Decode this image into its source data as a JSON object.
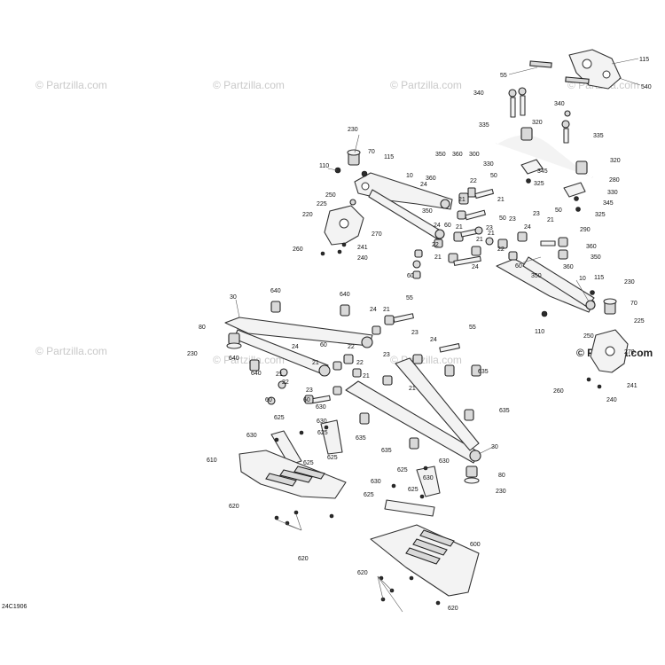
{
  "watermark": {
    "text": "© Partzilla.com",
    "strong_text": "© Partzilla.com"
  },
  "diagram_code": "24C1906",
  "callouts": [
    {
      "id": "c-115a",
      "text": "115"
    },
    {
      "id": "c-55a",
      "text": "55"
    },
    {
      "id": "c-540",
      "text": "540"
    },
    {
      "id": "c-340a",
      "text": "340"
    },
    {
      "id": "c-340b",
      "text": "340"
    },
    {
      "id": "c-335a",
      "text": "335"
    },
    {
      "id": "c-320a",
      "text": "320"
    },
    {
      "id": "c-335b",
      "text": "335"
    },
    {
      "id": "c-330a",
      "text": "330"
    },
    {
      "id": "c-345a",
      "text": "345"
    },
    {
      "id": "c-325a",
      "text": "325"
    },
    {
      "id": "c-320b",
      "text": "320"
    },
    {
      "id": "c-280",
      "text": "280"
    },
    {
      "id": "c-330b",
      "text": "330"
    },
    {
      "id": "c-345b",
      "text": "345"
    },
    {
      "id": "c-325b",
      "text": "325"
    },
    {
      "id": "c-230a",
      "text": "230"
    },
    {
      "id": "c-70a",
      "text": "70"
    },
    {
      "id": "c-110a",
      "text": "110"
    },
    {
      "id": "c-115b",
      "text": "115"
    },
    {
      "id": "c-250a",
      "text": "250"
    },
    {
      "id": "c-10a",
      "text": "10"
    },
    {
      "id": "c-225a",
      "text": "225"
    },
    {
      "id": "c-220",
      "text": "220"
    },
    {
      "id": "c-270a",
      "text": "270"
    },
    {
      "id": "c-241a",
      "text": "241"
    },
    {
      "id": "c-240a",
      "text": "240"
    },
    {
      "id": "c-260a",
      "text": "260"
    },
    {
      "id": "c-350a",
      "text": "350"
    },
    {
      "id": "c-360a",
      "text": "360"
    },
    {
      "id": "c-300",
      "text": "300"
    },
    {
      "id": "c-360b",
      "text": "360"
    },
    {
      "id": "c-24a",
      "text": "24"
    },
    {
      "id": "c-22a",
      "text": "22"
    },
    {
      "id": "c-350b",
      "text": "350"
    },
    {
      "id": "c-50a",
      "text": "50"
    },
    {
      "id": "c-21a",
      "text": "21"
    },
    {
      "id": "c-21b",
      "text": "21"
    },
    {
      "id": "c-24b",
      "text": "24"
    },
    {
      "id": "c-60a",
      "text": "60"
    },
    {
      "id": "c-21c",
      "text": "21"
    },
    {
      "id": "c-50b",
      "text": "50"
    },
    {
      "id": "c-23a",
      "text": "23"
    },
    {
      "id": "c-21d",
      "text": "21"
    },
    {
      "id": "c-23b",
      "text": "23"
    },
    {
      "id": "c-24c",
      "text": "24"
    },
    {
      "id": "c-21e",
      "text": "21"
    },
    {
      "id": "c-22b",
      "text": "22"
    },
    {
      "id": "c-21f",
      "text": "21"
    },
    {
      "id": "c-24d",
      "text": "24"
    },
    {
      "id": "c-60b",
      "text": "60"
    },
    {
      "id": "c-50c",
      "text": "50"
    },
    {
      "id": "c-23c",
      "text": "23"
    },
    {
      "id": "c-21g",
      "text": "21"
    },
    {
      "id": "c-290",
      "text": "290"
    },
    {
      "id": "c-360c",
      "text": "360"
    },
    {
      "id": "c-350c",
      "text": "350"
    },
    {
      "id": "c-22c",
      "text": "22"
    },
    {
      "id": "c-60c",
      "text": "60"
    },
    {
      "id": "c-360d",
      "text": "360"
    },
    {
      "id": "c-350d",
      "text": "350"
    },
    {
      "id": "c-10b",
      "text": "10"
    },
    {
      "id": "c-115c",
      "text": "115"
    },
    {
      "id": "c-230b",
      "text": "230"
    },
    {
      "id": "c-70b",
      "text": "70"
    },
    {
      "id": "c-225b",
      "text": "225"
    },
    {
      "id": "c-110b",
      "text": "110"
    },
    {
      "id": "c-250b",
      "text": "250"
    },
    {
      "id": "c-270b",
      "text": "270"
    },
    {
      "id": "c-241b",
      "text": "241"
    },
    {
      "id": "c-260b",
      "text": "260"
    },
    {
      "id": "c-240b",
      "text": "240"
    },
    {
      "id": "c-30a",
      "text": "30"
    },
    {
      "id": "c-640a",
      "text": "640"
    },
    {
      "id": "c-640b",
      "text": "640"
    },
    {
      "id": "c-55b",
      "text": "55"
    },
    {
      "id": "c-80a",
      "text": "80"
    },
    {
      "id": "c-230c",
      "text": "230"
    },
    {
      "id": "c-640c",
      "text": "640"
    },
    {
      "id": "c-24e",
      "text": "24"
    },
    {
      "id": "c-21h",
      "text": "21"
    },
    {
      "id": "c-24f",
      "text": "24"
    },
    {
      "id": "c-60d",
      "text": "60"
    },
    {
      "id": "c-21i",
      "text": "21"
    },
    {
      "id": "c-22d",
      "text": "22"
    },
    {
      "id": "c-23d",
      "text": "23"
    },
    {
      "id": "c-24g",
      "text": "24"
    },
    {
      "id": "c-55c",
      "text": "55"
    },
    {
      "id": "c-640d",
      "text": "640"
    },
    {
      "id": "c-21j",
      "text": "21"
    },
    {
      "id": "c-22e",
      "text": "22"
    },
    {
      "id": "c-23e",
      "text": "23"
    },
    {
      "id": "c-60e",
      "text": "60"
    },
    {
      "id": "c-22f",
      "text": "22"
    },
    {
      "id": "c-60f",
      "text": "60"
    },
    {
      "id": "c-21k",
      "text": "21"
    },
    {
      "id": "c-23f",
      "text": "23"
    },
    {
      "id": "c-21l",
      "text": "21"
    },
    {
      "id": "c-635a",
      "text": "635"
    },
    {
      "id": "c-630a",
      "text": "630"
    },
    {
      "id": "c-625a",
      "text": "625"
    },
    {
      "id": "c-630b",
      "text": "630"
    },
    {
      "id": "c-625b",
      "text": "625"
    },
    {
      "id": "c-630c",
      "text": "630"
    },
    {
      "id": "c-625c",
      "text": "625"
    },
    {
      "id": "c-635b",
      "text": "635"
    },
    {
      "id": "c-635c",
      "text": "635"
    },
    {
      "id": "c-635d",
      "text": "635"
    },
    {
      "id": "c-30b",
      "text": "30"
    },
    {
      "id": "c-610",
      "text": "610"
    },
    {
      "id": "c-625d",
      "text": "625"
    },
    {
      "id": "c-630d",
      "text": "630"
    },
    {
      "id": "c-620a",
      "text": "620"
    },
    {
      "id": "c-625e",
      "text": "625"
    },
    {
      "id": "c-630e",
      "text": "630"
    },
    {
      "id": "c-630f",
      "text": "630"
    },
    {
      "id": "c-625f",
      "text": "625"
    },
    {
      "id": "c-625g",
      "text": "625"
    },
    {
      "id": "c-80b",
      "text": "80"
    },
    {
      "id": "c-230d",
      "text": "230"
    },
    {
      "id": "c-620b",
      "text": "620"
    },
    {
      "id": "c-600",
      "text": "600"
    },
    {
      "id": "c-620c",
      "text": "620"
    },
    {
      "id": "c-620d",
      "text": "620"
    }
  ]
}
